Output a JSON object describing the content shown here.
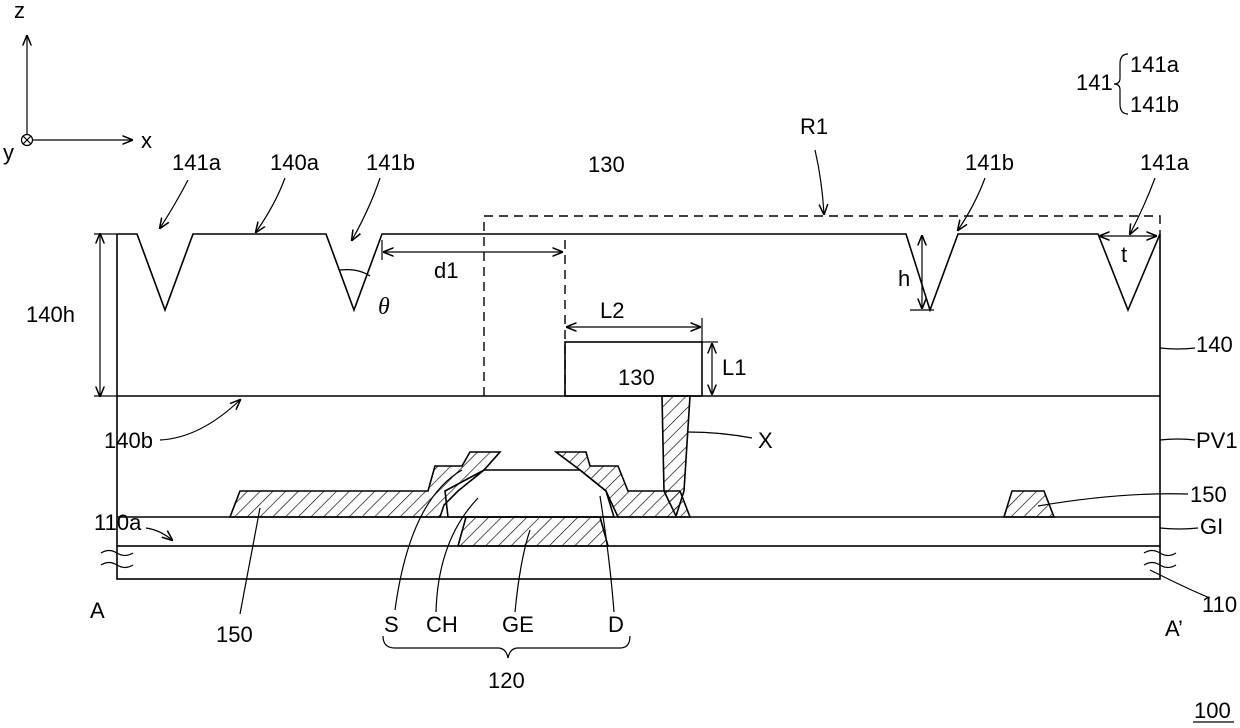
{
  "figure_number": "100",
  "axes": {
    "z": "z",
    "x": "x",
    "y": "y"
  },
  "legend": {
    "group": "141",
    "items": [
      "141a",
      "141b"
    ]
  },
  "labels": {
    "R1": "R1",
    "n130": "130",
    "n140": "140",
    "n140a": "140a",
    "n140b": "140b",
    "n140h": "140h",
    "n141a_left": "141a",
    "n141b_left": "141b",
    "n141b_right": "141b",
    "n141a_right": "141a",
    "d1": "d1",
    "theta": "θ",
    "L1": "L1",
    "L2": "L2",
    "h": "h",
    "t": "t",
    "X": "X",
    "PV1": "PV1",
    "n150_right": "150",
    "n150_left": "150",
    "GI": "GI",
    "n110a": "110a",
    "n110": "110",
    "A": "A",
    "A_prime": "A’",
    "S": "S",
    "CH": "CH",
    "GE": "GE",
    "D": "D",
    "n120": "120"
  }
}
